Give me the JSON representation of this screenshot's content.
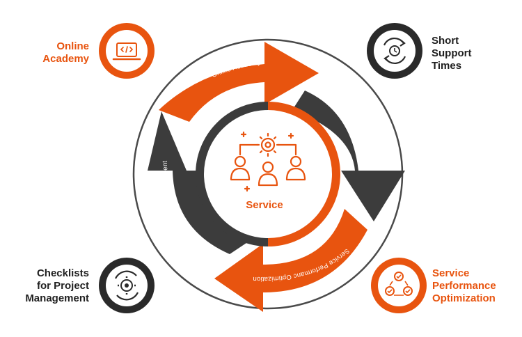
{
  "center": {
    "title": "Service"
  },
  "arrows": [
    {
      "label": "Online Academy",
      "color": "#e8540f"
    },
    {
      "label": "Short Support Times",
      "color": "#3c3c3c"
    },
    {
      "label": "Service Performanc Optimization",
      "color": "#e8540f"
    },
    {
      "label": "Checklists for Project Management",
      "color": "#3c3c3c"
    }
  ],
  "corners": {
    "top_left": {
      "lines": [
        "Online",
        "Academy"
      ],
      "color": "#e8540f",
      "icon": "laptop-code-icon"
    },
    "top_right": {
      "lines": [
        "Short",
        "Support",
        "Times"
      ],
      "color": "#1f1f1f",
      "icon": "clock-refresh-icon"
    },
    "bottom_left": {
      "lines": [
        "Checklists",
        "for Project",
        "Management"
      ],
      "color": "#1f1f1f",
      "icon": "gear-cycle-icon"
    },
    "bottom_right": {
      "lines": [
        "Service",
        "Performance",
        "Optimization"
      ],
      "color": "#e8540f",
      "icon": "checklist-cycle-icon"
    }
  },
  "colors": {
    "orange": "#e8540f",
    "dark": "#3c3c3c",
    "ring": "#4a4a4a"
  }
}
